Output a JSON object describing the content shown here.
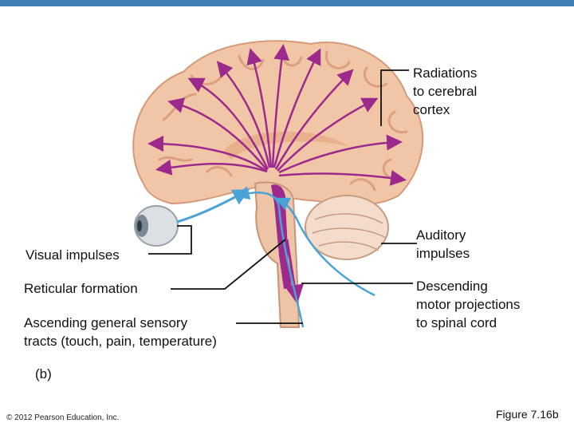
{
  "colors": {
    "top_bar": "#3f7fb8",
    "brain": "#f1c6a6",
    "brain_fold": "#dc9f7f",
    "tract": "#9b2a8c",
    "sensory": "#4aa3d8",
    "leader": "#111111"
  },
  "labels": {
    "radiations": "Radiations\nto cerebral\ncortex",
    "auditory": "Auditory\nimpulses",
    "visual": "Visual impulses",
    "reticular": "Reticular formation",
    "descending": "Descending\nmotor projections\nto spinal cord",
    "ascending": "Ascending general sensory\ntracts (touch, pain, temperature)",
    "panel": "(b)"
  },
  "footer": {
    "copyright": "© 2012 Pearson Education, Inc.",
    "figure_number": "Figure 7.16b"
  },
  "icons": [
    "eyeball-icon",
    "brain-illustration"
  ]
}
